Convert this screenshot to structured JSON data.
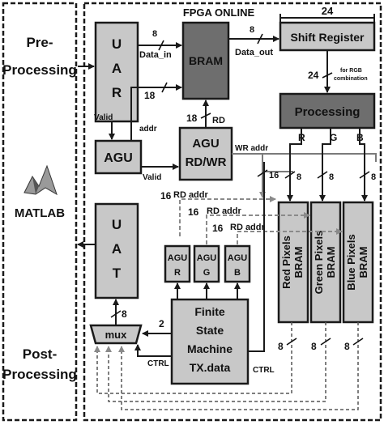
{
  "fpga_title": "FPGA ONLINE",
  "matlab": {
    "pre": "Pre-",
    "processing1": "Processing",
    "label": "MATLAB",
    "post": "Post-",
    "processing2": "Processing"
  },
  "blocks": {
    "uar": [
      "U",
      "A",
      "R"
    ],
    "agu": "AGU",
    "bram": "BRAM",
    "agu_rdwr_1": "AGU",
    "agu_rdwr_2": "RD/WR",
    "shift_register": "Shift Register",
    "processing": "Processing",
    "uat": [
      "U",
      "A",
      "T"
    ],
    "agu_r": [
      "AGU",
      "R"
    ],
    "agu_g": [
      "AGU",
      "G"
    ],
    "agu_b": [
      "AGU",
      "B"
    ],
    "fsm": [
      "Finite",
      "State",
      "Machine",
      "TX.data"
    ],
    "mux": "mux",
    "red_bram": [
      "Red Pixels",
      "BRAM"
    ],
    "green_bram": [
      "Green Pixels",
      "BRAM"
    ],
    "blue_bram": [
      "Blue Pixels",
      "BRAM"
    ]
  },
  "signals": {
    "data_in": "Data_in",
    "data_out": "Data_out",
    "w8a": "8",
    "w8b": "8",
    "w24a": "24",
    "w24b": "24",
    "rgb_note1": "for RGB",
    "rgb_note2": "combination",
    "w18a": "18",
    "w18b": "18",
    "rd": "RD",
    "valid1": "Valid",
    "addr": "addr",
    "valid2": "Valid",
    "wr_addr": "WR addr",
    "r": "R",
    "g": "G",
    "b": "B",
    "w16a": "16",
    "w8c": "8",
    "w8d": "8",
    "w8e": "8",
    "rd_addr_1_w": "16",
    "rd_addr_1": "RD addr",
    "rd_addr_2_w": "16",
    "rd_addr_2": "RD addr",
    "rd_addr_3_w": "16",
    "rd_addr_3": "RD addr",
    "w8_mux": "8",
    "w2": "2",
    "ctrl1": "CTRL",
    "ctrl2": "CTRL",
    "w8_r": "8",
    "w8_g": "8",
    "w8_b": "8"
  }
}
